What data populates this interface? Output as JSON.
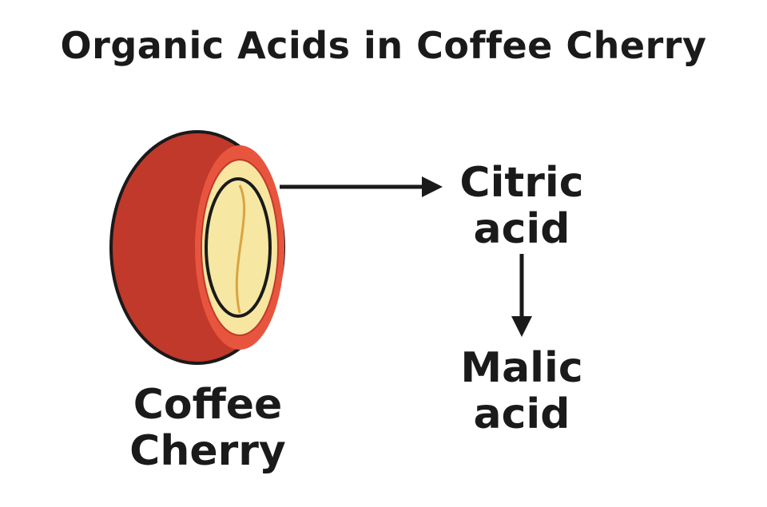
{
  "title": "Organic Acids in Coffee Cherry",
  "nodes": {
    "cherry": {
      "line1": "Coffee",
      "line2": "Cherry"
    },
    "citric": {
      "line1": "Citric",
      "line2": "acid"
    },
    "malic": {
      "line1": "Malic",
      "line2": "acid"
    }
  },
  "colors": {
    "skin": "#c0392b",
    "skin_highlight": "#e8553f",
    "pulp": "#f8e6a0",
    "bean": "#f6e7a2",
    "seam": "#d9a441",
    "ink": "#1a1a1a"
  }
}
